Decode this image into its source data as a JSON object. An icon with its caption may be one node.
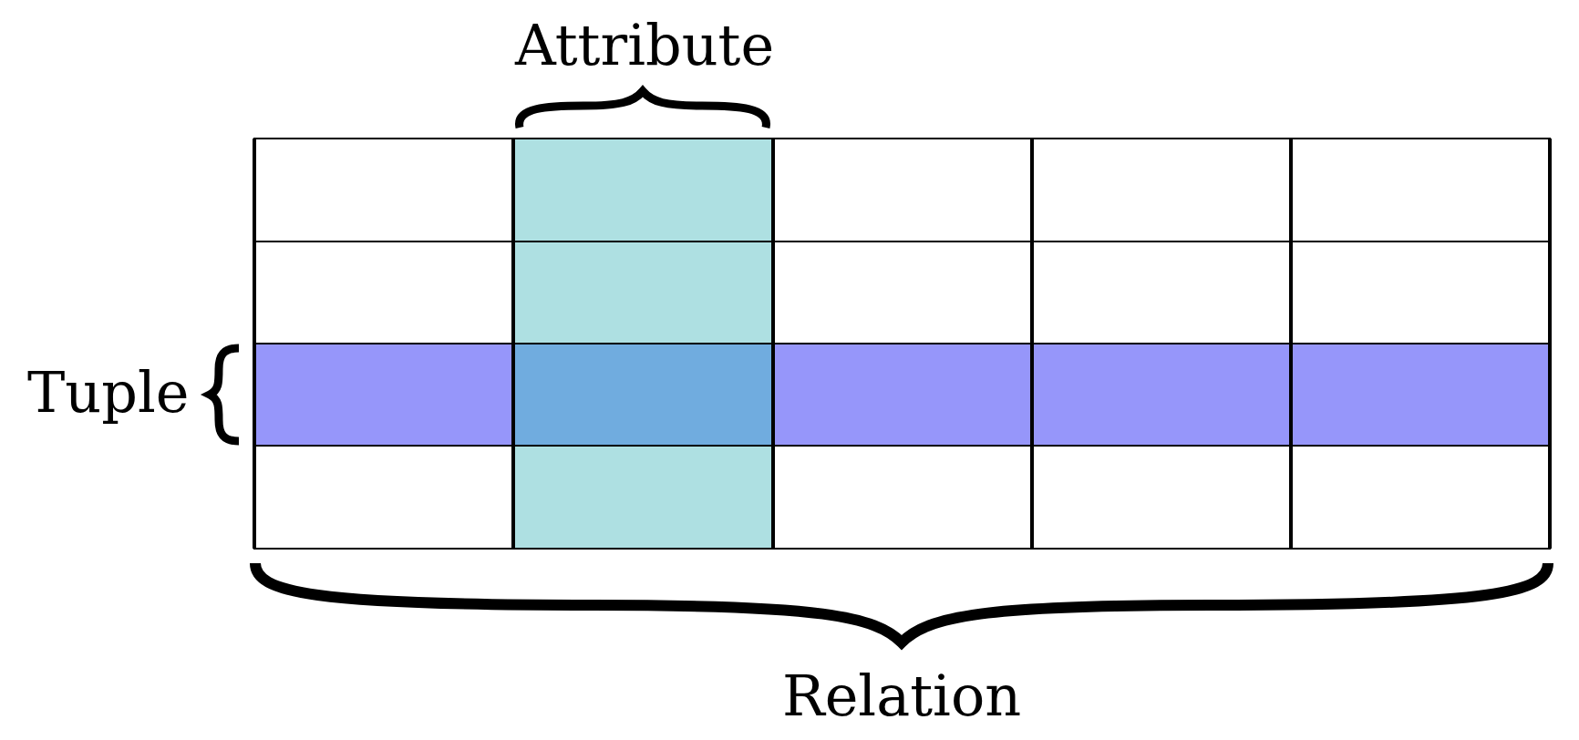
{
  "diagram": {
    "labels": [
      "Attribute",
      "Tuple",
      "Relation"
    ]
  }
}
